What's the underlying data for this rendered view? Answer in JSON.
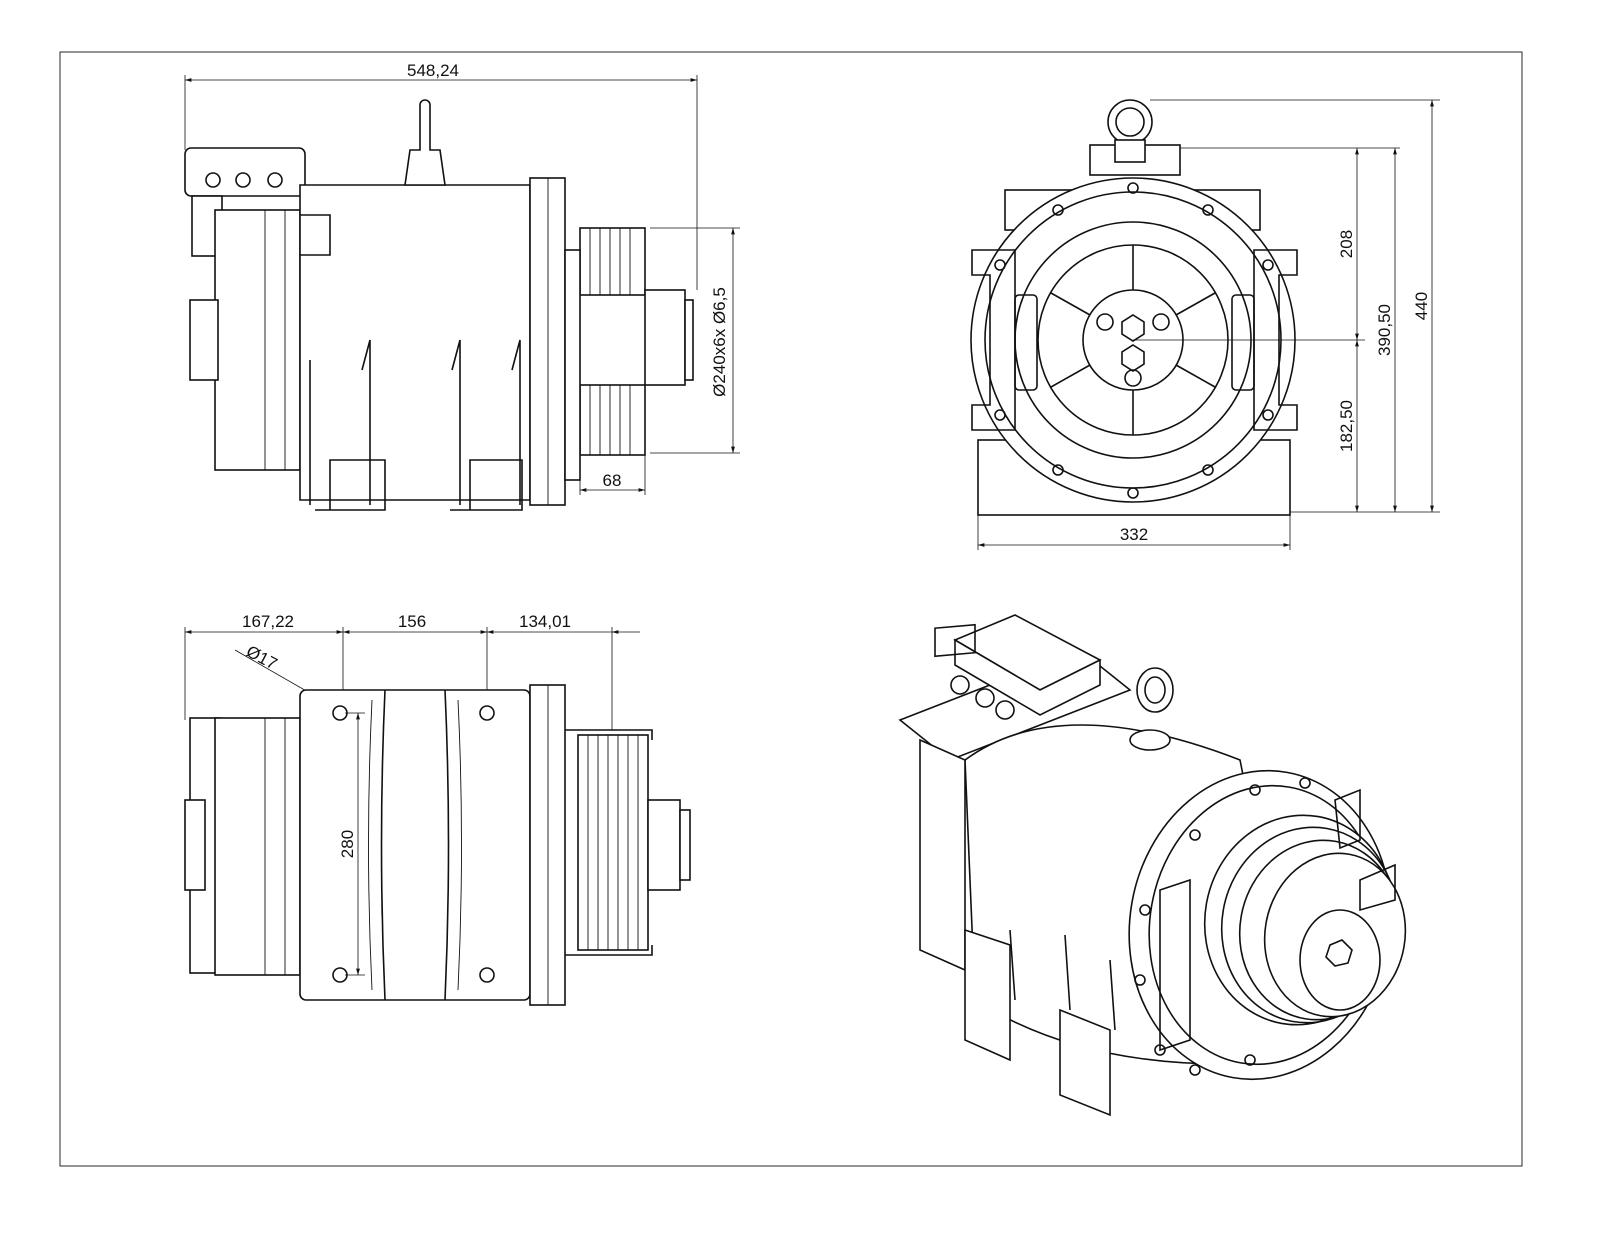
{
  "drawing": {
    "side_view": {
      "overall_length": "548,24",
      "sheave_spec": "Ø240x6x Ø6,5",
      "sheave_width": "68"
    },
    "front_view": {
      "upper_height": "208",
      "axis_to_top": "390,50",
      "total_height": "440",
      "axis_height": "182,50",
      "width": "332"
    },
    "top_view": {
      "dim_1": "167,22",
      "dim_2": "156",
      "dim_3": "134,01",
      "hole_diameter": "Ø17",
      "hole_spacing": "280"
    }
  }
}
